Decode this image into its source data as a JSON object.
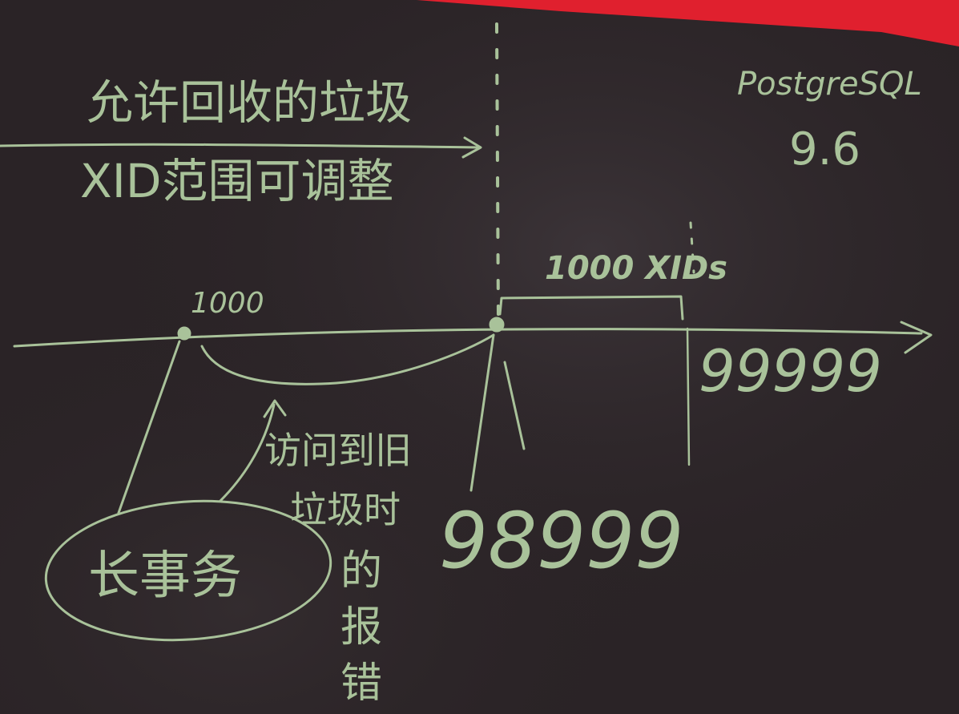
{
  "board": {
    "colors": {
      "board": "#2a2326",
      "chalk": "#a9c29a",
      "frame": "#e0202e"
    },
    "version_note": {
      "line1": "PostgreSQL",
      "line2": "9.6"
    },
    "header": {
      "line1": "允许回收的垃圾",
      "line2": "XID范围可调整"
    },
    "range_label": "1000 XIDs",
    "timeline_labels": {
      "start_xid": "1000",
      "current_xid": "98999",
      "future_xid": "99999"
    },
    "annotation": {
      "line1": "访问到旧",
      "line2": "垃圾时",
      "tail": [
        "的",
        "报",
        "错"
      ]
    },
    "circled_note": "长事务"
  }
}
